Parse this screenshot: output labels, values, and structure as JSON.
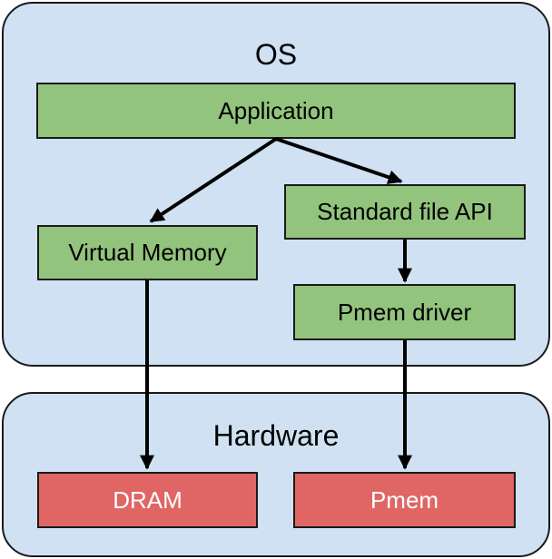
{
  "colors": {
    "region_fill": "#d0e1f3",
    "green_box": "#93c47e",
    "red_box": "#e06666",
    "stroke": "#1a1a1a"
  },
  "os": {
    "title": "OS",
    "application": "Application",
    "virtual_memory": "Virtual Memory",
    "standard_file_api": "Standard file API",
    "pmem_driver": "Pmem driver"
  },
  "hardware": {
    "title": "Hardware",
    "dram": "DRAM",
    "pmem": "Pmem"
  },
  "edges": [
    {
      "from": "Application",
      "to": "Virtual Memory"
    },
    {
      "from": "Application",
      "to": "Standard file API"
    },
    {
      "from": "Standard file API",
      "to": "Pmem driver"
    },
    {
      "from": "Virtual Memory",
      "to": "DRAM"
    },
    {
      "from": "Pmem driver",
      "to": "Pmem"
    }
  ]
}
